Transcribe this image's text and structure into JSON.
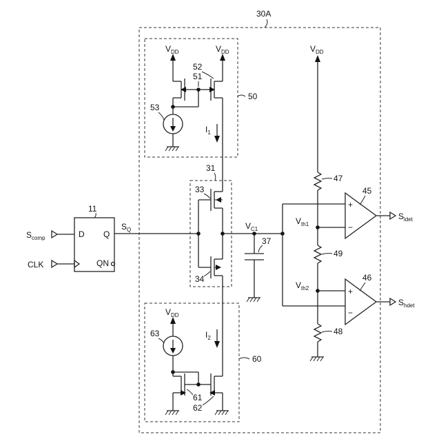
{
  "labels": {
    "block_id": "30A",
    "flipflop_id": "11",
    "current_source_top_block": "50",
    "current_source_bottom_block": "60",
    "switch_block": "31",
    "tr_top_right": "52",
    "tr_top_left": "51",
    "source_top": "53",
    "tr_sw_p": "33",
    "tr_sw_n": "34",
    "source_bottom": "63",
    "tr_bottom_left": "61",
    "tr_bottom_right": "62",
    "capacitor": "37",
    "res_top": "47",
    "res_mid": "49",
    "res_bot": "48",
    "comp_top": "45",
    "comp_bottom": "46"
  },
  "signals": {
    "vdd_main": "V",
    "vdd_sub": "DD",
    "s_comp_main": "S",
    "s_comp_sub": "comp",
    "clk": "CLK",
    "pin_d": "D",
    "pin_q": "Q",
    "pin_qn": "QN",
    "s_q_main": "S",
    "s_q_sub": "Q",
    "vc1_main": "V",
    "vc1_sub": "C1",
    "vth1_main": "V",
    "vth1_sub": "th1",
    "vth2_main": "V",
    "vth2_sub": "th2",
    "s_ldet_main": "S",
    "s_ldet_sub": "ldet",
    "s_hdet_main": "S",
    "s_hdet_sub": "hdet",
    "i1_main": "I",
    "i1_sub": "1",
    "i2_main": "I",
    "i2_sub": "2",
    "plus": "+",
    "minus": "−"
  }
}
